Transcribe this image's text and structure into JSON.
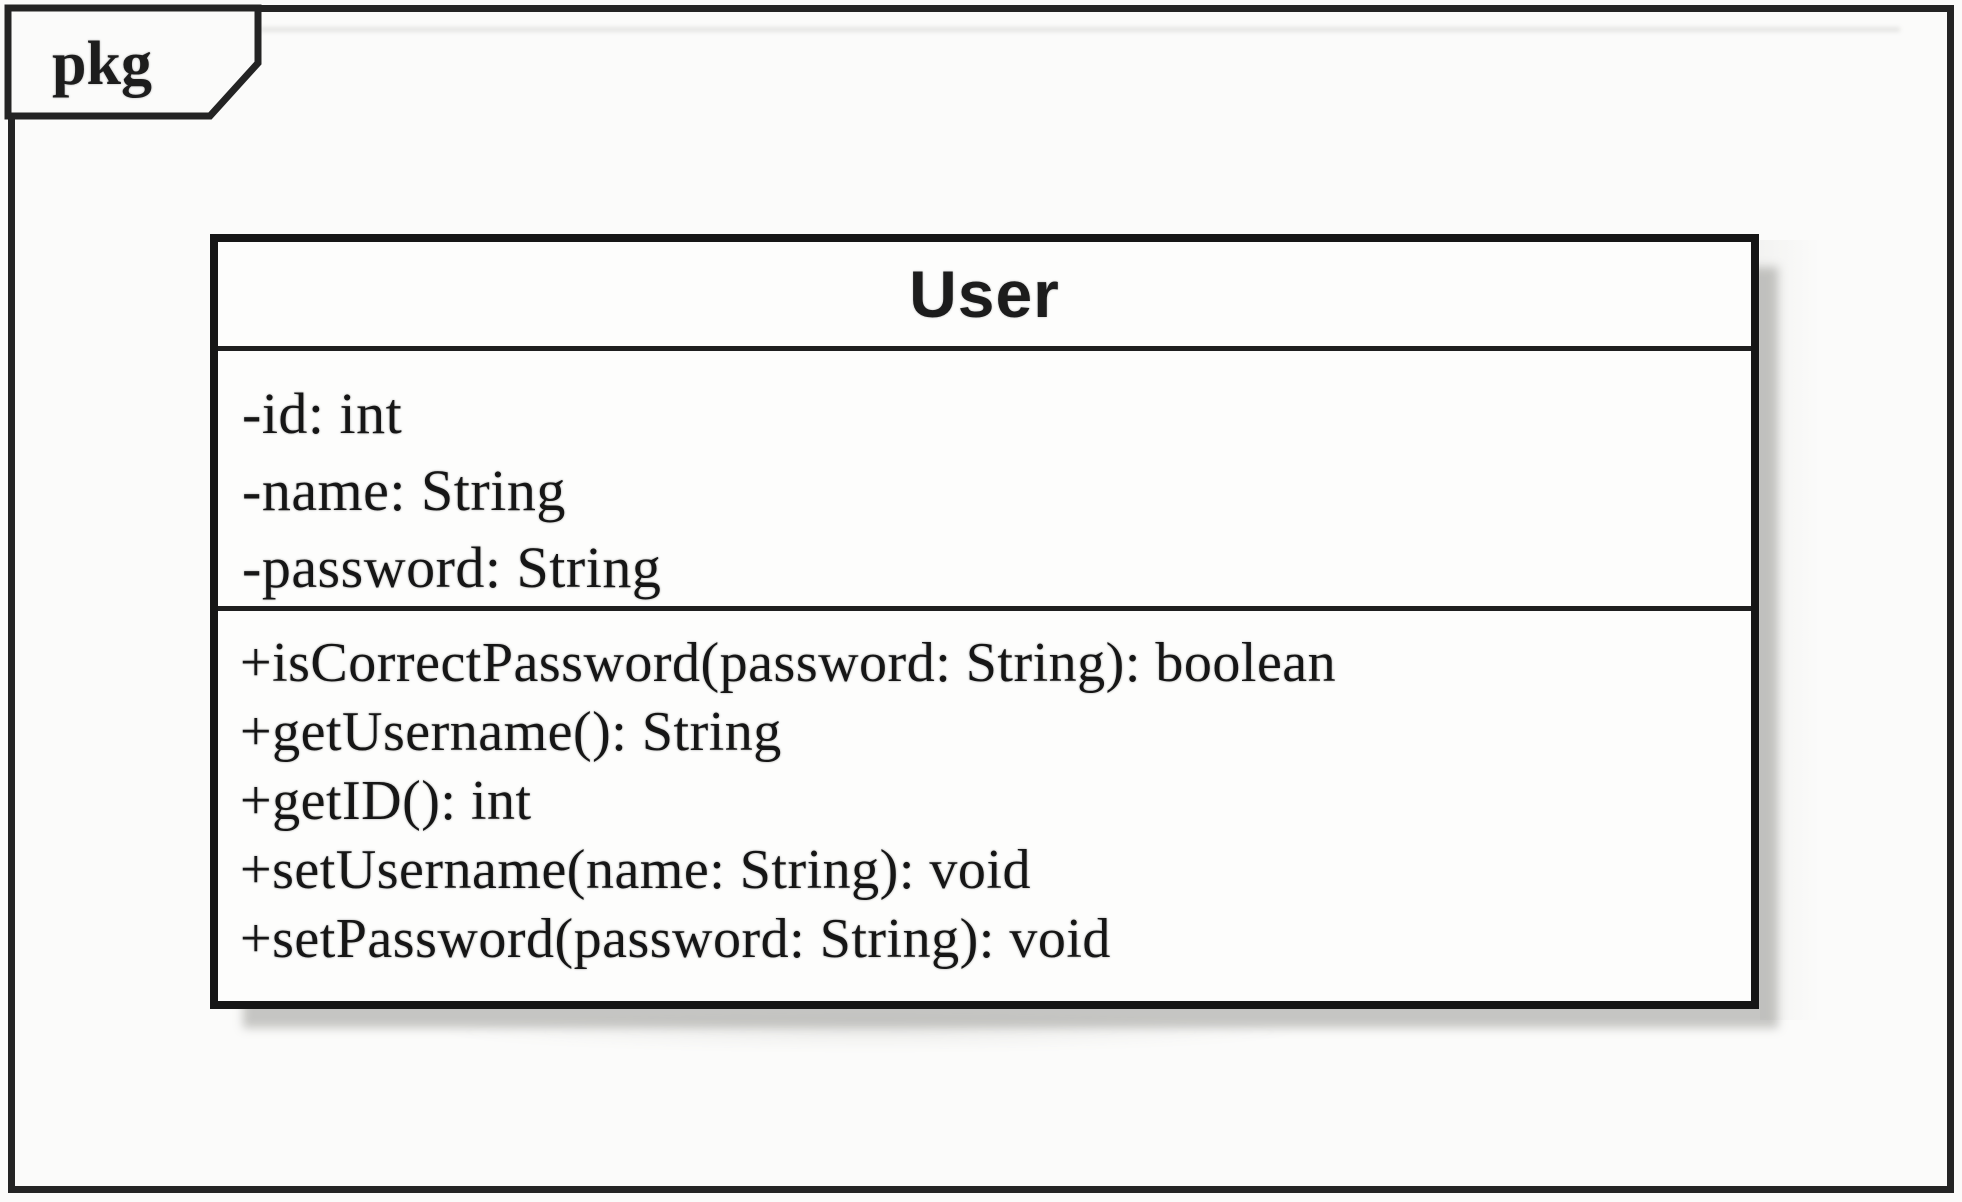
{
  "uml": {
    "package_label": "pkg",
    "class": {
      "name": "User",
      "attributes": [
        "-id: int",
        "-name: String",
        "-password: String"
      ],
      "methods": [
        "+isCorrectPassword(password: String): boolean",
        "+getUsername(): String",
        "+getID(): int",
        "+setUsername(name: String): void",
        "+setPassword(password: String): void"
      ]
    },
    "colors": {
      "ink": "#1a1a1a",
      "line": "#242424",
      "paper": "#fbfbfa",
      "shadow": "#d4d4d0"
    }
  }
}
